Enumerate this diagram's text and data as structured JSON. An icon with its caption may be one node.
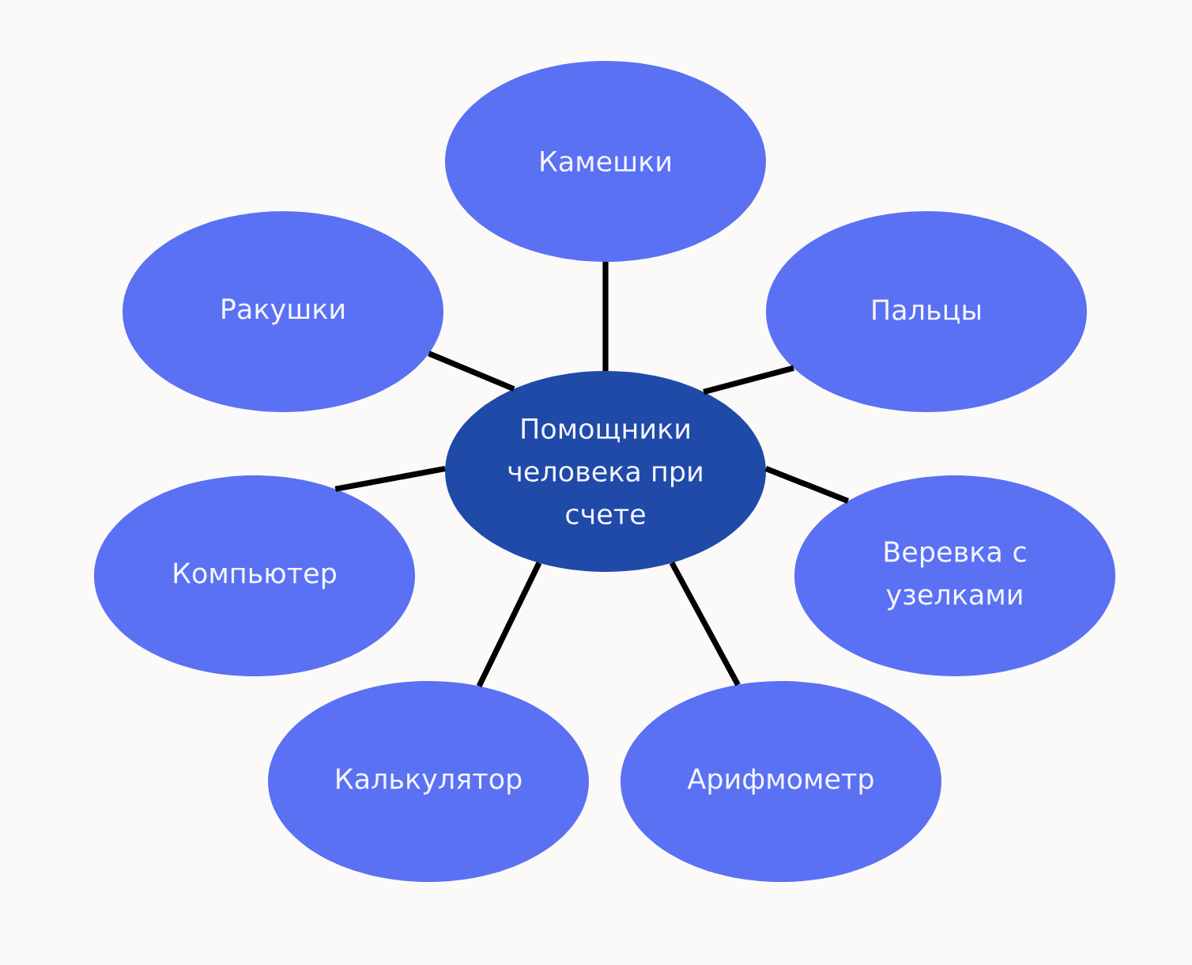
{
  "diagram": {
    "nodes": [
      {
        "text": [
          "Помощники человека при счете"
        ]
      },
      {
        "text": [
          "Камешки"
        ]
      },
      {
        "text": [
          "Ракушки"
        ]
      },
      {
        "text": [
          "Пальцы"
        ]
      },
      {
        "text": [
          "Компьютер"
        ]
      },
      {
        "text": [
          "Веревка с узелками"
        ]
      },
      {
        "text": [
          "Калькулятор"
        ]
      },
      {
        "text": [
          "Арифмометр"
        ]
      }
    ],
    "edges": [
      {
        "from": 0,
        "to": 1,
        "arrow": "none"
      },
      {
        "from": 0,
        "to": 2,
        "arrow": "none"
      },
      {
        "from": 0,
        "to": 3,
        "arrow": "none"
      },
      {
        "from": 0,
        "to": 4,
        "arrow": "none"
      },
      {
        "from": 0,
        "to": 5,
        "arrow": "none"
      },
      {
        "from": 0,
        "to": 6,
        "arrow": "none"
      },
      {
        "from": 0,
        "to": 7,
        "arrow": "none"
      }
    ]
  }
}
